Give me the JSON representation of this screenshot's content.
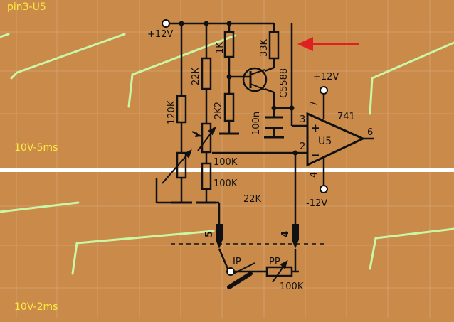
{
  "scope": {
    "top_label": "pin3-U5",
    "mid_label": "10V-5ms",
    "bottom_label": "10V-2ms",
    "colors": {
      "screen": "#c98a4a",
      "grid": "#d9a571",
      "trace": "#c9f7a6",
      "label": "#ffea40",
      "divider": "#ffffff",
      "arrow": "#e02020"
    }
  },
  "schematic": {
    "supply_pos": "+12V",
    "supply_pos_opamp": "+12V",
    "supply_neg": "-12V",
    "r_1k": "1K",
    "r_33k": "33K",
    "r_22k": "22K",
    "r_120k": "120K",
    "r_2k2": "2K2",
    "c_100n": "100n",
    "transistor": "C5588",
    "opamp_type": "741",
    "opamp_ref": "U5",
    "pin_3": "3",
    "pin_2": "2",
    "pin_6": "6",
    "pin_7": "7",
    "pin_4": "4",
    "plus_sign": "+",
    "minus_sign": "−",
    "pot_100k_mid": "100K",
    "r_100k_low": "100K",
    "r_22k_low": "22K",
    "conn_5": "5",
    "conn_4": "4",
    "ip_label": "IP",
    "pp_label": "PP",
    "pot_100k_pp": "100K"
  }
}
